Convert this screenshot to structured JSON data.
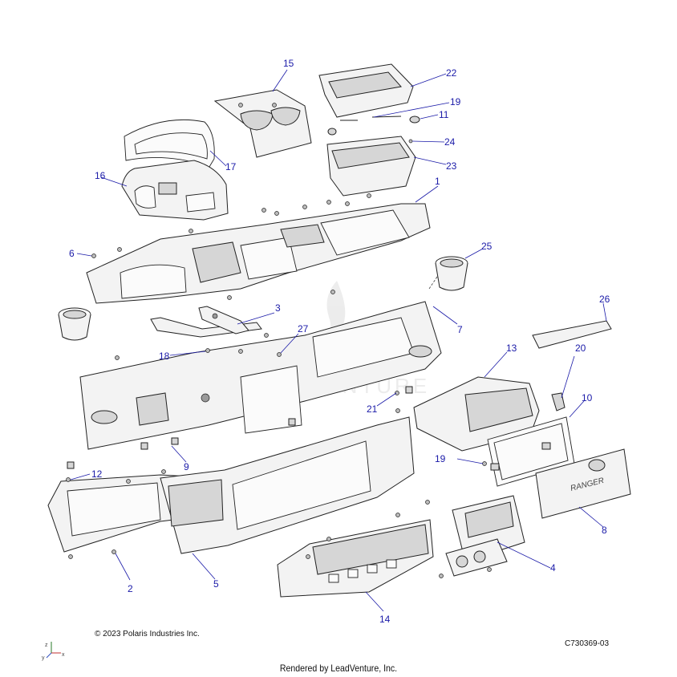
{
  "diagram": {
    "callouts": [
      {
        "label": "1"
      },
      {
        "label": "2"
      },
      {
        "label": "3"
      },
      {
        "label": "4"
      },
      {
        "label": "5"
      },
      {
        "label": "6"
      },
      {
        "label": "7"
      },
      {
        "label": "8"
      },
      {
        "label": "9"
      },
      {
        "label": "10"
      },
      {
        "label": "11"
      },
      {
        "label": "12"
      },
      {
        "label": "13"
      },
      {
        "label": "14"
      },
      {
        "label": "15"
      },
      {
        "label": "16"
      },
      {
        "label": "17"
      },
      {
        "label": "18"
      },
      {
        "label": "19"
      },
      {
        "label": "19"
      },
      {
        "label": "20"
      },
      {
        "label": "21"
      },
      {
        "label": "22"
      },
      {
        "label": "23"
      },
      {
        "label": "24"
      },
      {
        "label": "25"
      },
      {
        "label": "26"
      },
      {
        "label": "27"
      }
    ],
    "glovebox_lid_text": "RANGER",
    "watermark_text": "LEADVENTURE",
    "axes": {
      "x": "x",
      "y": "y",
      "z": "z"
    },
    "callout_color": "#1a1aa8"
  },
  "footer": {
    "copyright": "© 2023 Polaris Industries Inc.",
    "diagram_id": "C730369-03",
    "rendered_by": "Rendered by LeadVenture, Inc."
  }
}
